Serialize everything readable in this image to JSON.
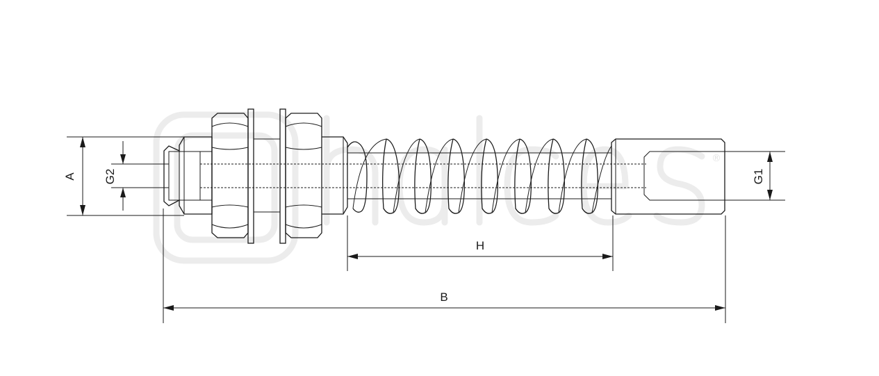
{
  "dimensions": {
    "a_label": "A",
    "b_label": "B",
    "h_label": "H",
    "g1_label": "G1",
    "g2_label": "G2"
  },
  "watermark": {
    "mark_symbol": "®"
  },
  "colors": {
    "line": "#1a1a1a",
    "watermark": "#ececec"
  }
}
